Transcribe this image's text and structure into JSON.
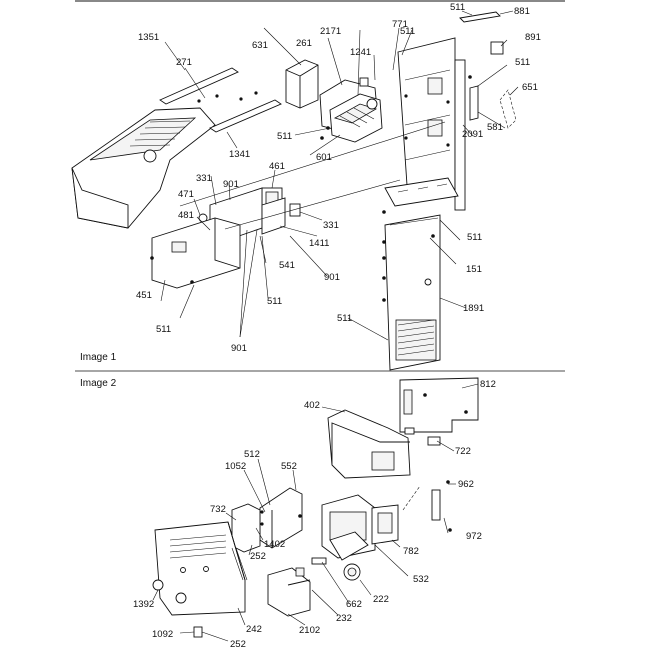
{
  "panels": [
    {
      "caption": "Image 1",
      "callouts": [
        "511",
        "881",
        "891",
        "771",
        "511",
        "511",
        "651",
        "1351",
        "271",
        "631",
        "261",
        "2171",
        "1241",
        "581",
        "2091",
        "511",
        "601",
        "1341",
        "461",
        "331",
        "901",
        "471",
        "481",
        "331",
        "1411",
        "511",
        "901",
        "541",
        "151",
        "451",
        "511",
        "511",
        "1891",
        "511",
        "901"
      ]
    },
    {
      "caption": "Image 2",
      "callouts": [
        "812",
        "402",
        "722",
        "552",
        "512",
        "1052",
        "732",
        "962",
        "1402",
        "252",
        "782",
        "972",
        "532",
        "222",
        "662",
        "232",
        "2102",
        "1392",
        "242",
        "1092",
        "252"
      ]
    }
  ],
  "colors": {
    "line": "#111111",
    "background": "#ffffff",
    "fill_light": "#f4f4f4"
  }
}
